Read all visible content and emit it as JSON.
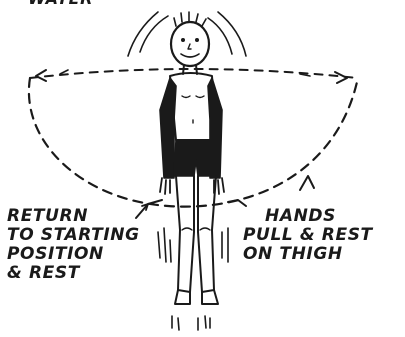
{
  "labels": {
    "top_partial": "WATER",
    "return": {
      "line1": "RETURN",
      "line2": "TO STARTING",
      "line3": "POSITION",
      "line4": "& REST"
    },
    "hands": {
      "line1": "HANDS",
      "line2": "PULL & REST",
      "line3": "ON THIGH"
    }
  },
  "colors": {
    "ink": "#1a1a1a",
    "paper": "#ffffff"
  }
}
